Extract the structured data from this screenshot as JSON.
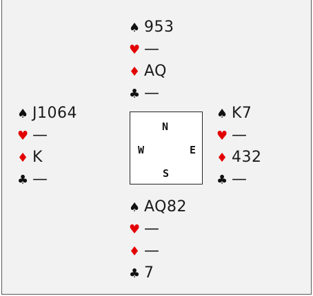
{
  "board": {
    "compass": {
      "n": "N",
      "w": "W",
      "e": "E",
      "s": "S"
    },
    "suit_symbols": {
      "spades": "♠",
      "hearts": "♥",
      "diamonds": "♦",
      "clubs": "♣"
    },
    "colors": {
      "black_suit": "#111111",
      "red_suit": "#e30000",
      "background": "#f2f2f2"
    },
    "hands": {
      "north": {
        "spades": "953",
        "hearts": "—",
        "diamonds": "AQ",
        "clubs": "—"
      },
      "west": {
        "spades": "J1064",
        "hearts": "—",
        "diamonds": "K",
        "clubs": "—"
      },
      "east": {
        "spades": "K7",
        "hearts": "—",
        "diamonds": "432",
        "clubs": "—"
      },
      "south": {
        "spades": "AQ82",
        "hearts": "—",
        "diamonds": "—",
        "clubs": "7"
      }
    }
  }
}
